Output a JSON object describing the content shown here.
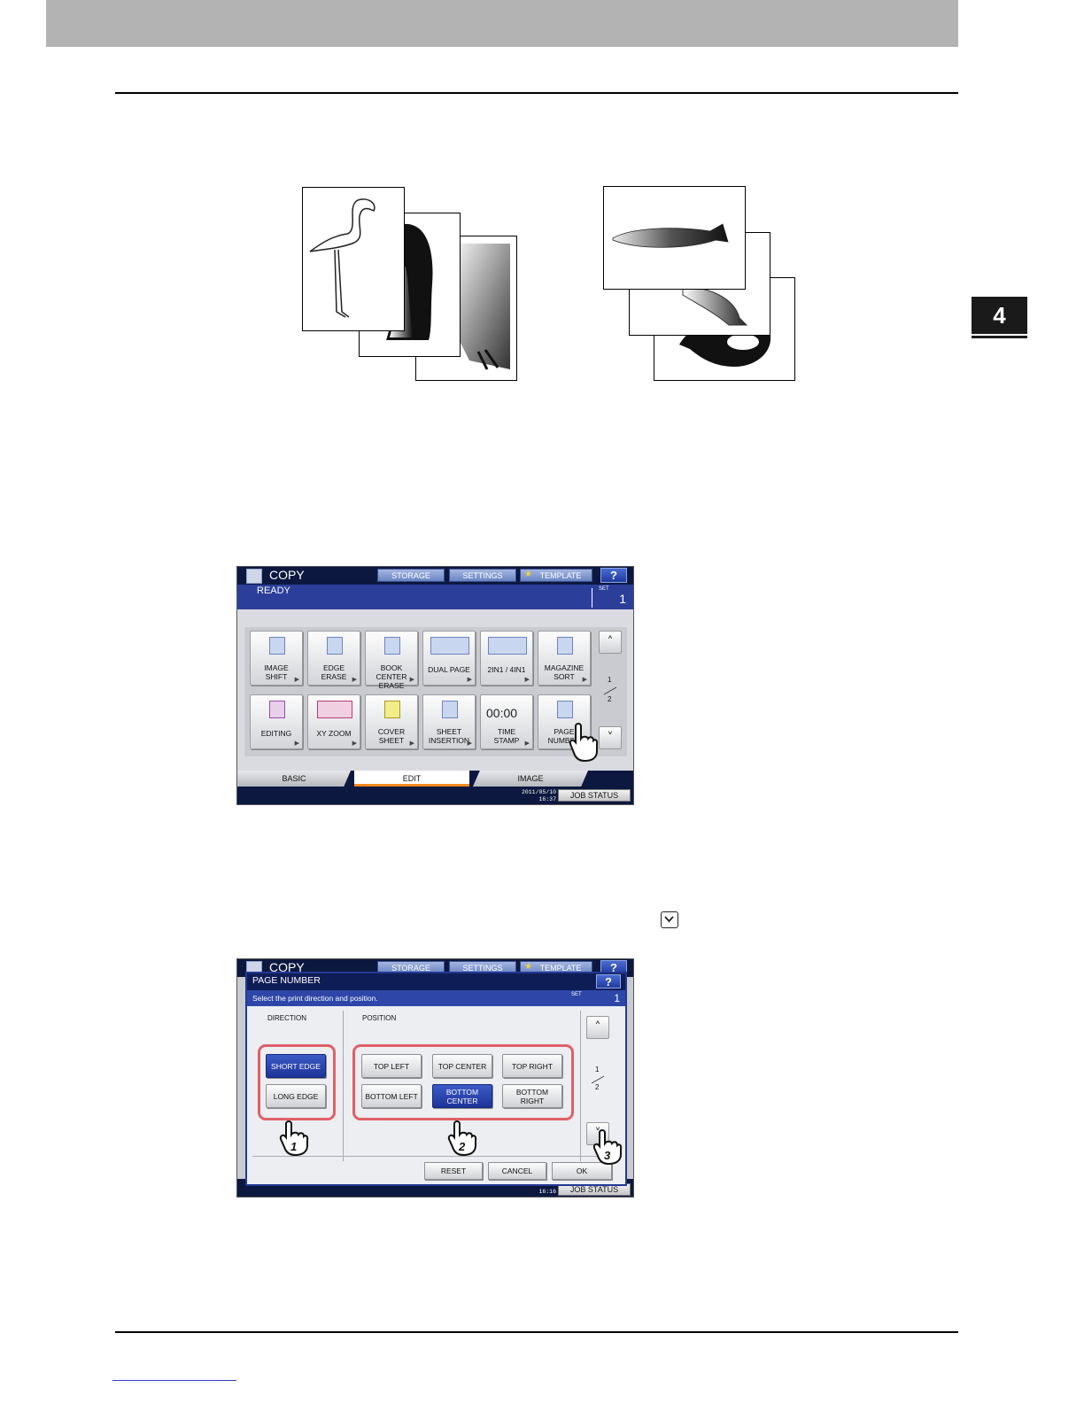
{
  "page": {
    "chapter_number": "4"
  },
  "panel1": {
    "app_title": "COPY",
    "header_buttons": [
      "STORAGE",
      "SETTINGS",
      "TEMPLATE"
    ],
    "help_label": "?",
    "status": "READY",
    "set_label": "SET",
    "set_value": "1",
    "functions": [
      {
        "label": "IMAGE\nSHIFT"
      },
      {
        "label": "EDGE\nERASE"
      },
      {
        "label": "BOOK CENTER\nERASE"
      },
      {
        "label": "DUAL PAGE"
      },
      {
        "label": "2IN1 / 4IN1"
      },
      {
        "label": "MAGAZINE\nSORT"
      },
      {
        "label": "EDITING"
      },
      {
        "label": "XY ZOOM"
      },
      {
        "label": "COVER\nSHEET"
      },
      {
        "label": "SHEET\nINSERTION"
      },
      {
        "label": "TIME\nSTAMP"
      },
      {
        "label": "PAGE\nNUMBER"
      }
    ],
    "time_icon_text": "00:00",
    "page_current": "1",
    "page_total": "2",
    "tabs": [
      "BASIC",
      "EDIT",
      "IMAGE"
    ],
    "active_tab": "EDIT",
    "date": "2011/05/10",
    "time": "16:37",
    "job_status": "JOB STATUS"
  },
  "panel2": {
    "app_title": "COPY",
    "header_buttons": [
      "STORAGE",
      "SETTINGS",
      "TEMPLATE"
    ],
    "help_label": "?",
    "dialog_title": "PAGE NUMBER",
    "message": "Select the print direction and position.",
    "set_label": "SET",
    "set_value": "1",
    "direction_label": "DIRECTION",
    "position_label": "POSITION",
    "direction_options": [
      "SHORT EDGE",
      "LONG EDGE"
    ],
    "selected_direction": "SHORT EDGE",
    "position_options": [
      "TOP LEFT",
      "TOP CENTER",
      "TOP RIGHT",
      "BOTTOM LEFT",
      "BOTTOM\nCENTER",
      "BOTTOM\nRIGHT"
    ],
    "selected_position": "BOTTOM CENTER",
    "page_current": "1",
    "page_total": "2",
    "actions": [
      "RESET",
      "CANCEL",
      "OK"
    ],
    "step_markers": [
      "1",
      "2",
      "3"
    ],
    "time": "16:16",
    "job_status": "JOB STATUS"
  },
  "colors": {
    "header_navy": "#0c1840",
    "status_blue": "#2b3f9a",
    "selected_blue": "#2a45b0",
    "highlight_red": "#e06068",
    "active_tab_orange": "#f08a1c"
  }
}
